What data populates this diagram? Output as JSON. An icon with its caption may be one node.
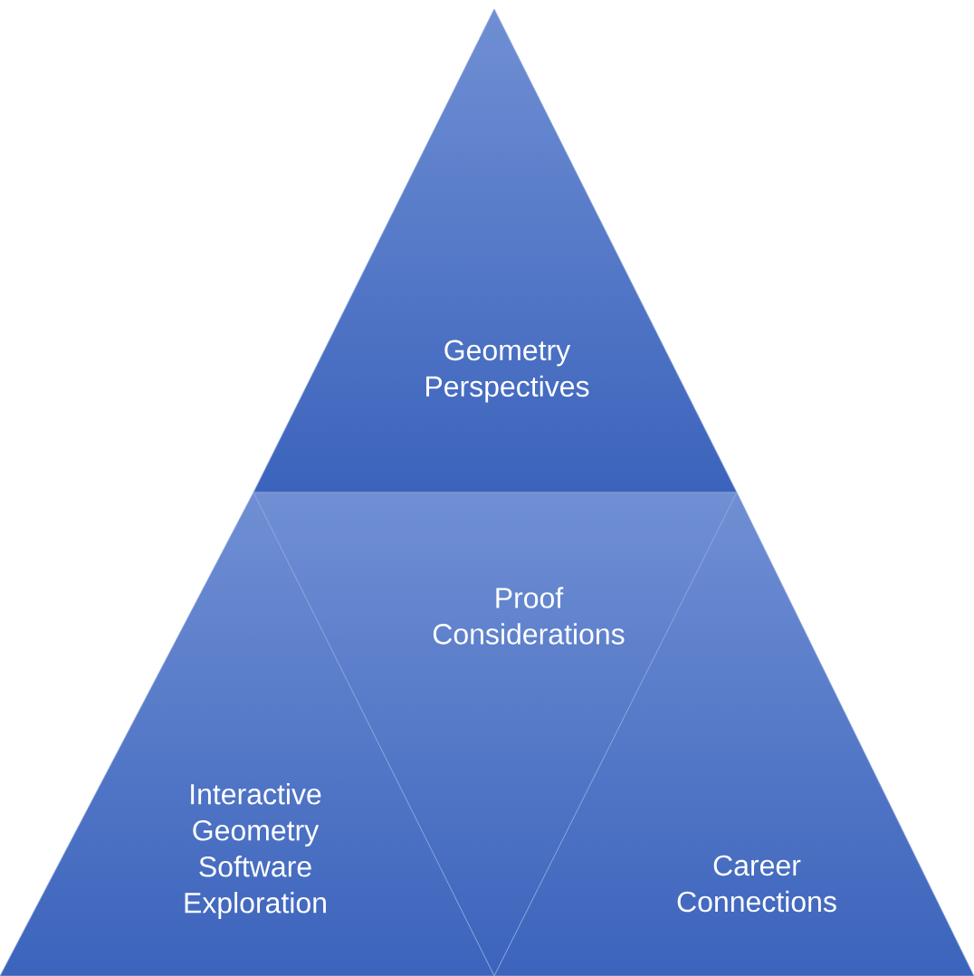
{
  "diagram": {
    "nodes": [
      {
        "text": [
          "Geometry Perspectives"
        ]
      },
      {
        "text": [
          "Proof Considerations"
        ]
      },
      {
        "text": [
          "Interactive Geometry Software Exploration"
        ]
      },
      {
        "text": [
          "Career Connections"
        ]
      }
    ]
  }
}
